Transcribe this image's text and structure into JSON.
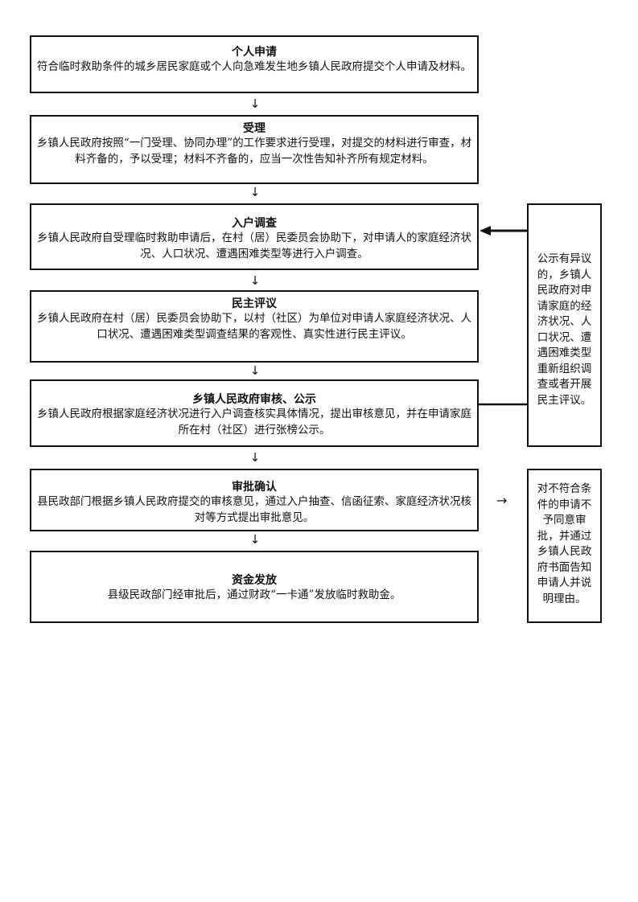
{
  "steps": [
    {
      "title": "个人申请",
      "desc": "符合临时救助条件的城乡居民家庭或个人向急难发生地乡镇人民政府提交个人申请及材料。"
    },
    {
      "title": "受理",
      "desc": "乡镇人民政府按照“一门受理、协同办理”的工作要求进行受理，对提交的材料进行审查，材料齐备的，予以受理；材料不齐备的，应当一次性告知补齐所有规定材料。"
    },
    {
      "title": "入户调查",
      "desc": "乡镇人民政府自受理临时救助申请后，在村（居）民委员会协助下，对申请人的家庭经济状况、人口状况、遭遇困难类型等进行入户调查。"
    },
    {
      "title": "民主评议",
      "desc": "乡镇人民政府在村（居）民委员会协助下，以村（社区）为单位对申请人家庭经济状况、人口状况、遭遇困难类型调查结果的客观性、真实性进行民主评议。"
    },
    {
      "title": "乡镇人民政府审核、公示",
      "desc": "乡镇人民政府根据家庭经济状况进行入户调查核实具体情况，提出审核意见，并在申请家庭所在村（社区）进行张榜公示。"
    },
    {
      "title": "审批确认",
      "desc": "县民政部门根据乡镇人民政府提交的审核意见，通过入户抽查、信函征索、家庭经济状况核对等方式提出审批意见。"
    },
    {
      "title": "资金发放",
      "desc": "县级民政部门经审批后，通过财政“一卡通”发放临时救助金。"
    }
  ],
  "arrows": {
    "down": "↓",
    "right": "→"
  },
  "side_objection": "公示有异议的，乡镇人民政府对申请家庭的经济状况、人口状况、遭遇困难类型重新组织调查或者开展民主评议。",
  "side_reject": "对不符合条件的申请不予同意审批，并通过乡镇人民政府书面告知申请人并说明理由。"
}
